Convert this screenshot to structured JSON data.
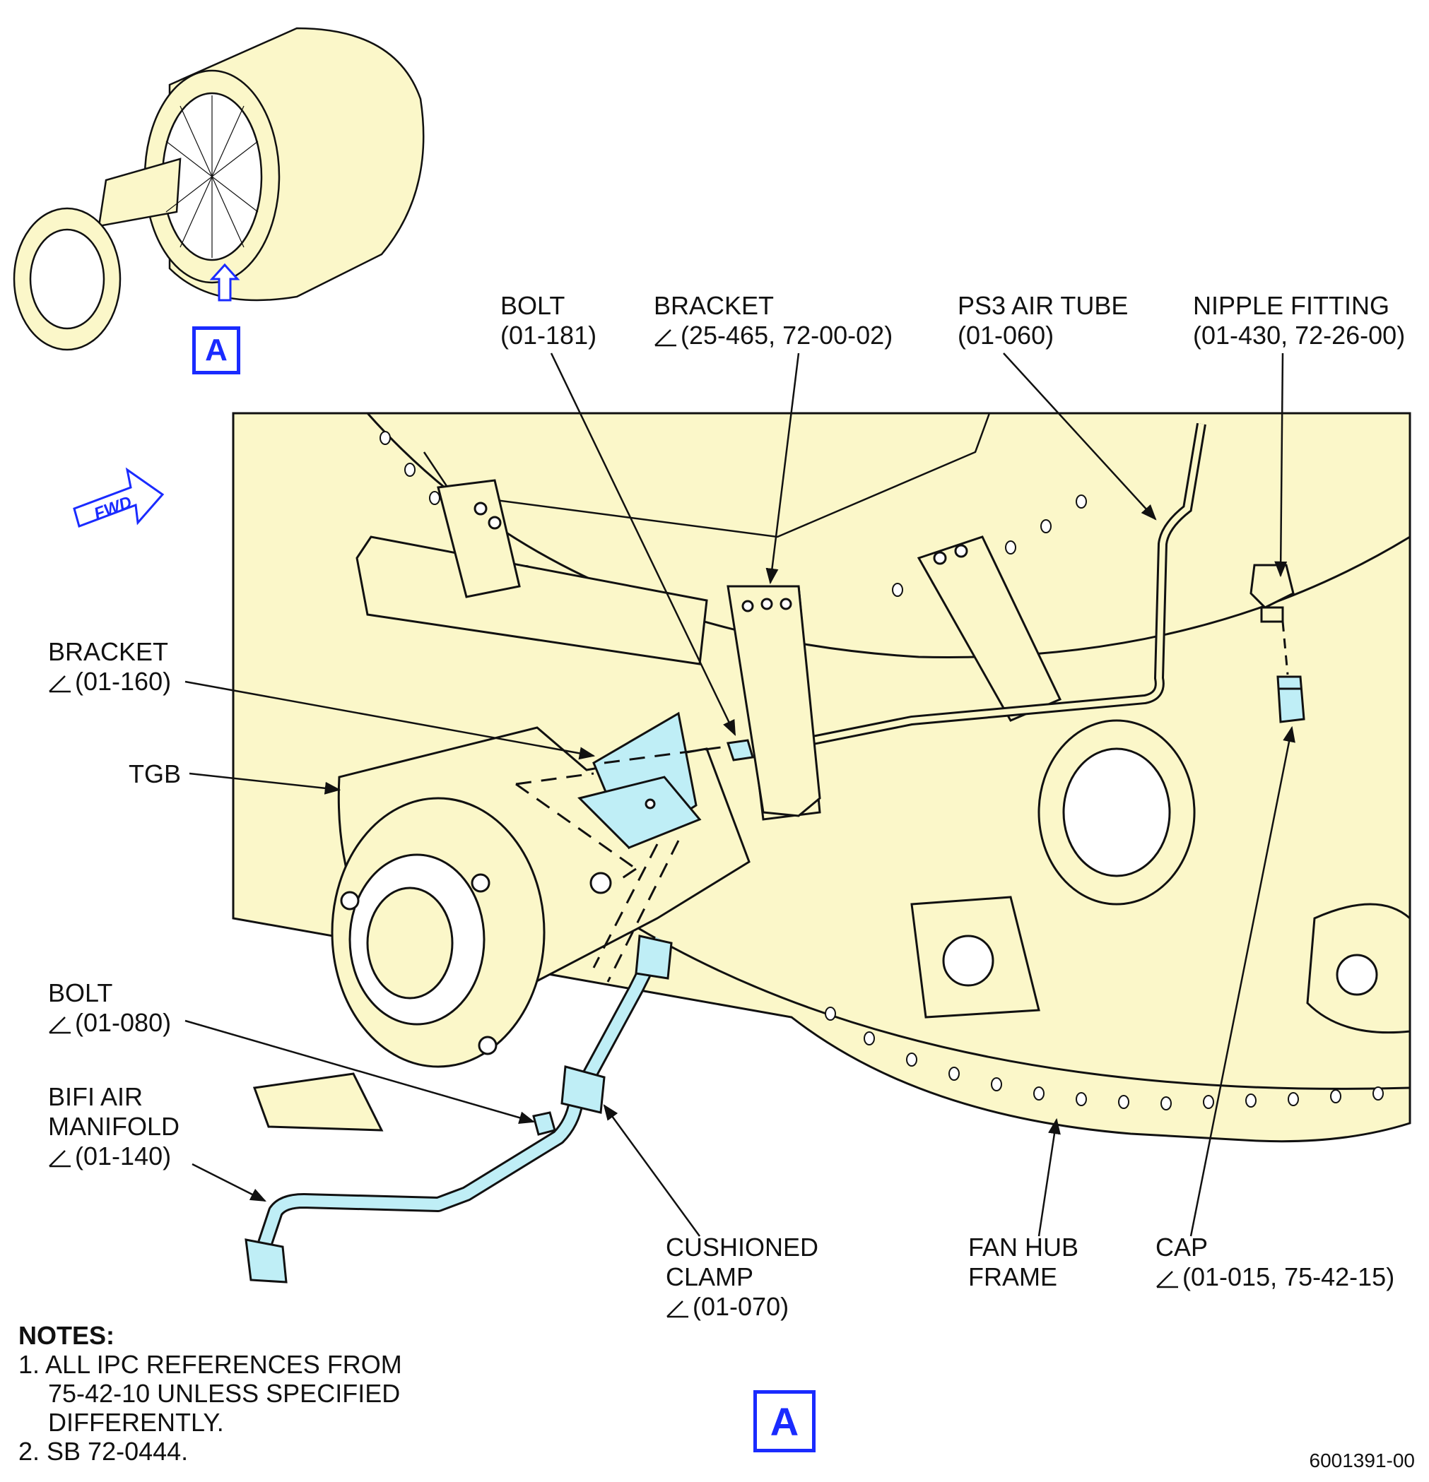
{
  "view_marker": "A",
  "fwd_label": "FWD",
  "callouts": {
    "bolt_181": {
      "line1": "BOLT",
      "line2": "(01-181)"
    },
    "bracket_465": {
      "line1": "BRACKET",
      "line2": "(25-465, 72-00-02)"
    },
    "ps3_tube": {
      "line1": "PS3 AIR TUBE",
      "line2": "(01-060)"
    },
    "nipple": {
      "line1": "NIPPLE FITTING",
      "line2": "(01-430, 72-26-00)"
    },
    "bracket_160": {
      "line1": "BRACKET",
      "line2": "(01-160)"
    },
    "tgb": {
      "line1": "TGB"
    },
    "bolt_080": {
      "line1": "BOLT",
      "line2": "(01-080)"
    },
    "bifi": {
      "line1": "BIFI AIR",
      "line2": "MANIFOLD",
      "line3": "(01-140)"
    },
    "clamp": {
      "line1": "CUSHIONED",
      "line2": "CLAMP",
      "line3": "(01-070)"
    },
    "fan_hub": {
      "line1": "FAN HUB",
      "line2": "FRAME"
    },
    "cap": {
      "line1": "CAP",
      "line2": "(01-015, 75-42-15)"
    }
  },
  "notes": {
    "title": "NOTES:",
    "n1_a": "1. ALL IPC REFERENCES FROM",
    "n1_b": "75-42-10 UNLESS SPECIFIED",
    "n1_c": "DIFFERENTLY.",
    "n2": "2. SB 72-0444."
  },
  "figure_number": "6001391-00",
  "colors": {
    "engine_fill": "#fbf7c9",
    "highlight_fill": "#bfeef6",
    "view_blue": "#1a2bff",
    "line": "#111111"
  }
}
